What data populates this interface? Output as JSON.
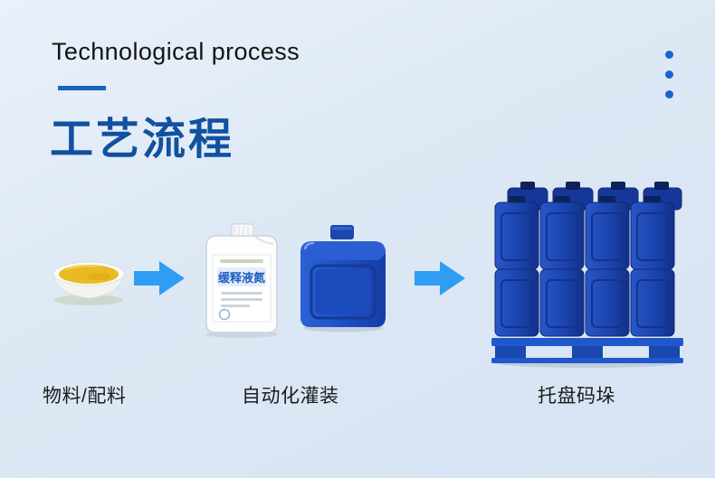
{
  "header": {
    "title_en": "Technological process",
    "title_zh": "工艺流程"
  },
  "flow": {
    "steps": [
      {
        "id": "materials",
        "label": "物料/配料"
      },
      {
        "id": "auto-filling",
        "label": "自动化灌装"
      },
      {
        "id": "palletizing",
        "label": "托盘码垛"
      }
    ]
  },
  "product_label": {
    "name": "缓释液氮"
  },
  "colors": {
    "accent": "#1565c0",
    "title_zh": "#11519f",
    "arrow": "#2f9df3",
    "can_blue": "#1d4ec4",
    "background": "#dde8f5"
  }
}
